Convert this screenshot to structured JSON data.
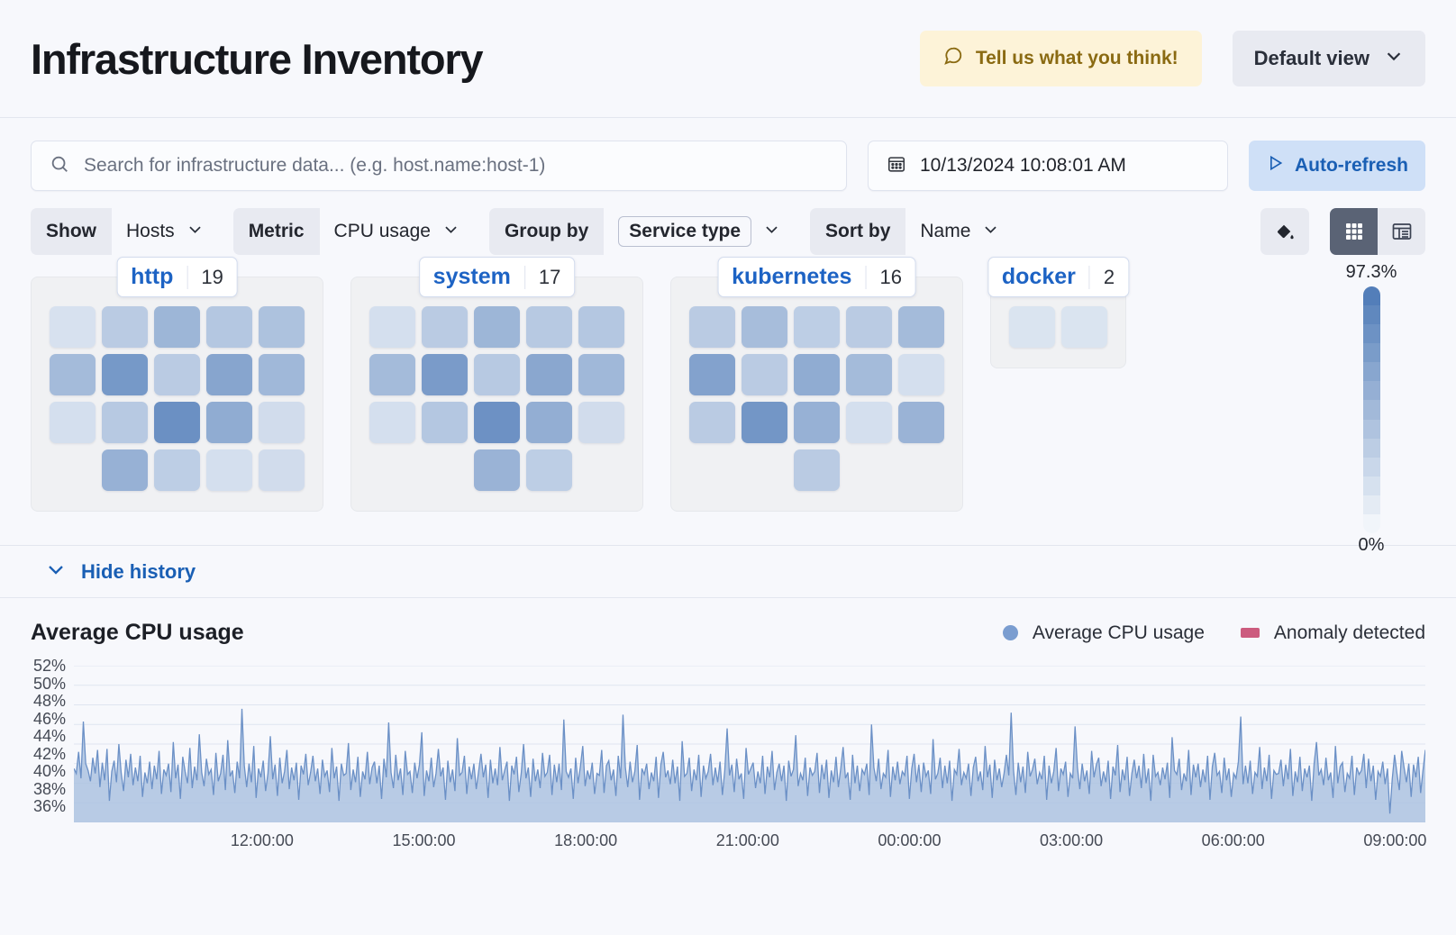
{
  "header": {
    "title": "Infrastructure Inventory",
    "feedback_label": "Tell us what you think!",
    "feedback_icon": "comment-icon",
    "view_label": "Default view",
    "view_icon": "chevron-down-icon"
  },
  "search": {
    "placeholder": "Search for infrastructure data... (e.g. host.name:host-1)",
    "value": "",
    "icon": "search-icon"
  },
  "datepicker": {
    "value": "10/13/2024 10:08:01 AM",
    "icon": "calendar-icon"
  },
  "refresh": {
    "label": "Auto-refresh",
    "icon": "play-icon"
  },
  "filters": [
    {
      "label": "Show",
      "value": "Hosts",
      "boxed": false,
      "name": "show"
    },
    {
      "label": "Metric",
      "value": "CPU usage",
      "boxed": false,
      "name": "metric"
    },
    {
      "label": "Group by",
      "value": "Service type",
      "boxed": true,
      "name": "group-by"
    },
    {
      "label": "Sort by",
      "value": "Name",
      "boxed": false,
      "name": "sort-by"
    }
  ],
  "toolbar": {
    "legend_icon": "paint-bucket-icon",
    "grid_icon": "grid-view-icon",
    "table_icon": "table-view-icon",
    "active_view": "grid"
  },
  "waffle": {
    "groups": [
      {
        "name": "http",
        "count": "19",
        "rows": [
          [
            0.18,
            0.36,
            0.54,
            0.4,
            0.44
          ],
          [
            0.5,
            0.78,
            0.36,
            0.68,
            0.52
          ],
          [
            0.2,
            0.38,
            0.85,
            0.62,
            0.22
          ],
          [
            -1,
            0.58,
            0.34,
            0.2,
            0.22
          ]
        ]
      },
      {
        "name": "system",
        "count": "17",
        "rows": [
          [
            0.2,
            0.36,
            0.54,
            0.38,
            0.4
          ],
          [
            0.5,
            0.76,
            0.38,
            0.66,
            0.52
          ],
          [
            0.2,
            0.4,
            0.84,
            0.6,
            0.22
          ],
          [
            -1,
            -1,
            0.56,
            0.34,
            -1
          ]
        ]
      },
      {
        "name": "kubernetes",
        "count": "16",
        "rows": [
          [
            0.36,
            0.48,
            0.34,
            0.36,
            0.5
          ],
          [
            0.7,
            0.36,
            0.62,
            0.5,
            0.2
          ],
          [
            0.36,
            0.8,
            0.58,
            0.2,
            0.56
          ],
          [
            -1,
            -1,
            0.36,
            -1,
            -1
          ]
        ]
      },
      {
        "name": "docker",
        "count": "2",
        "rows": [
          [
            0.16,
            0.16
          ]
        ]
      }
    ],
    "scale": {
      "max_label": "97.3%",
      "min_label": "0%",
      "color_dark": "#5b85bc",
      "color_light": "#f4f7fb"
    }
  },
  "history": {
    "toggle_label": "Hide history",
    "toggle_icon": "chevron-down-icon"
  },
  "chart_data": {
    "type": "area",
    "title": "Average CPU usage",
    "xlabel": "",
    "ylabel": "",
    "grid": true,
    "legend_position": "top-right",
    "legend": [
      {
        "label": "Average CPU usage",
        "marker": "circle",
        "color": "#7a9dd0"
      },
      {
        "label": "Anomaly detected",
        "marker": "square",
        "color": "#cc5b7e"
      }
    ],
    "ylim": [
      36,
      52
    ],
    "ytick_labels": [
      "52%",
      "50%",
      "48%",
      "46%",
      "44%",
      "42%",
      "40%",
      "38%",
      "36%"
    ],
    "ytick_values": [
      52,
      50,
      48,
      46,
      44,
      42,
      40,
      38,
      36
    ],
    "xtick_labels": [
      "12:00:00",
      "15:00:00",
      "18:00:00",
      "21:00:00",
      "00:00:00",
      "03:00:00",
      "06:00:00",
      "09:00:00"
    ],
    "series": [
      {
        "name": "Average CPU usage",
        "color": "#7a9dd0",
        "values": [
          41.5,
          41.0,
          43.2,
          40.5,
          46.3,
          42.0,
          41.3,
          40.2,
          42.6,
          41.0,
          43.4,
          39.6,
          42.1,
          40.3,
          43.5,
          38.2,
          41.2,
          42.3,
          40.1,
          44.0,
          41.0,
          39.2,
          42.4,
          40.6,
          43.0,
          39.8,
          41.6,
          40.2,
          42.8,
          38.6,
          41.1,
          40.0,
          42.2,
          39.4,
          41.8,
          40.4,
          43.3,
          38.9,
          41.4,
          40.8,
          42.0,
          39.1,
          44.2,
          40.5,
          41.9,
          38.4,
          42.7,
          41.2,
          40.0,
          43.6,
          39.5,
          41.7,
          40.3,
          45.0,
          41.1,
          39.7,
          42.5,
          40.9,
          41.4,
          38.8,
          43.1,
          40.2,
          41.0,
          42.9,
          39.3,
          44.4,
          40.7,
          41.3,
          39.0,
          42.2,
          40.5,
          47.6,
          41.8,
          39.6,
          42.0,
          40.1,
          43.8,
          38.5,
          41.5,
          40.6,
          42.3,
          39.2,
          41.0,
          44.8,
          40.4,
          41.9,
          38.7,
          42.6,
          40.0,
          41.2,
          43.4,
          39.4,
          41.6,
          40.3,
          42.1,
          38.3,
          41.8,
          40.9,
          43.0,
          39.8,
          41.1,
          42.8,
          40.2,
          41.5,
          38.9,
          42.4,
          40.7,
          41.3,
          39.1,
          43.6,
          40.5,
          41.7,
          38.2,
          42.0,
          40.8,
          41.0,
          44.1,
          39.3,
          41.4,
          40.1,
          42.7,
          38.6,
          41.2,
          40.4,
          43.2,
          39.9,
          41.6,
          42.2,
          40.0,
          41.8,
          38.4,
          42.5,
          40.6,
          46.2,
          41.1,
          39.5,
          42.9,
          40.3,
          41.5,
          38.8,
          43.3,
          40.9,
          41.2,
          39.0,
          42.1,
          40.5,
          41.9,
          45.2,
          38.7,
          41.3,
          40.2,
          42.6,
          39.6,
          41.0,
          43.5,
          40.7,
          41.6,
          38.3,
          42.3,
          40.1,
          41.4,
          39.2,
          44.6,
          40.8,
          41.1,
          42.8,
          38.9,
          41.7,
          40.4,
          42.0,
          39.4,
          41.2,
          43.0,
          40.6,
          41.9,
          38.5,
          42.4,
          40.0,
          41.5,
          39.8,
          43.7,
          40.3,
          41.3,
          42.2,
          38.2,
          41.8,
          40.9,
          42.7,
          39.1,
          41.0,
          44.0,
          40.5,
          41.6,
          38.6,
          42.5,
          40.2,
          41.4,
          39.5,
          43.1,
          40.7,
          41.1,
          42.9,
          38.8,
          41.9,
          40.1,
          42.0,
          39.3,
          46.5,
          41.2,
          40.6,
          41.5,
          38.4,
          42.6,
          40.0,
          41.7,
          43.8,
          39.7,
          41.3,
          40.4,
          42.1,
          38.9,
          41.0,
          40.8,
          43.4,
          39.0,
          41.8,
          42.3,
          40.3,
          41.4,
          38.7,
          42.8,
          40.5,
          47.0,
          41.6,
          39.6,
          42.2,
          40.1,
          41.2,
          43.9,
          38.3,
          41.5,
          40.9,
          42.0,
          39.4,
          41.1,
          40.2,
          42.7,
          38.5,
          41.9,
          43.2,
          40.6,
          41.3,
          39.9,
          42.4,
          40.0,
          41.7,
          38.2,
          44.3,
          40.7,
          41.0,
          42.6,
          39.2,
          41.4,
          40.3,
          42.9,
          38.6,
          41.8,
          40.5,
          41.2,
          43.0,
          39.8,
          41.6,
          40.1,
          42.2,
          38.8,
          41.3,
          45.6,
          40.8,
          41.9,
          39.1,
          42.5,
          40.4,
          41.0,
          38.4,
          43.6,
          40.9,
          41.5,
          42.1,
          39.5,
          41.2,
          40.0,
          42.8,
          38.9,
          41.7,
          40.6,
          43.3,
          39.3,
          41.1,
          42.0,
          40.2,
          41.8,
          38.2,
          42.3,
          40.7,
          41.4,
          44.9,
          39.7,
          41.0,
          40.3,
          42.6,
          38.7,
          41.6,
          40.8,
          41.2,
          43.1,
          39.0,
          41.9,
          40.4,
          42.4,
          38.5,
          41.3,
          40.1,
          42.7,
          39.6,
          41.5,
          43.7,
          40.5,
          41.1,
          38.3,
          42.9,
          40.0,
          41.8,
          39.2,
          41.4,
          40.9,
          42.0,
          38.8,
          46.0,
          41.6,
          40.2,
          42.5,
          39.4,
          41.0,
          40.6,
          43.4,
          38.6,
          41.7,
          40.3,
          42.2,
          39.9,
          41.2,
          40.8,
          42.8,
          38.4,
          41.5,
          43.0,
          40.1,
          41.9,
          39.1,
          42.1,
          40.7,
          41.3,
          38.9,
          44.5,
          40.4,
          41.0,
          42.6,
          39.5,
          41.8,
          40.0,
          42.3,
          38.2,
          41.4,
          40.9,
          43.5,
          39.8,
          41.1,
          40.5,
          42.0,
          38.7,
          41.6,
          42.7,
          40.2,
          41.2,
          39.3,
          43.8,
          40.6,
          41.9,
          38.5,
          42.4,
          40.3,
          41.5,
          39.6,
          41.0,
          42.9,
          40.8,
          47.2,
          41.3,
          38.8,
          42.1,
          40.1,
          41.7,
          39.0,
          43.2,
          40.7,
          41.4,
          42.5,
          39.9,
          41.1,
          40.4,
          42.8,
          38.3,
          41.8,
          40.0,
          41.2,
          43.6,
          39.2,
          41.5,
          40.9,
          42.2,
          38.6,
          41.0,
          40.5,
          45.8,
          41.6,
          39.4,
          42.0,
          40.2,
          41.3,
          38.9,
          43.3,
          40.6,
          41.9,
          42.6,
          39.7,
          41.2,
          40.1,
          42.3,
          38.4,
          41.7,
          40.8,
          43.9,
          39.1,
          41.4,
          40.3,
          42.7,
          38.7,
          41.0,
          42.4,
          40.5,
          41.8,
          39.5,
          43.0,
          40.0,
          41.5,
          38.2,
          42.9,
          40.7,
          41.1,
          39.8,
          41.6,
          40.4,
          42.1,
          38.5,
          44.7,
          41.3,
          40.9,
          42.5,
          39.3,
          41.0,
          40.2,
          43.4,
          38.8,
          41.9,
          40.6,
          42.0,
          39.6,
          41.4,
          40.1,
          42.8,
          38.3,
          41.7,
          43.1,
          40.8,
          41.2,
          39.0,
          42.6,
          40.3,
          41.5,
          38.6,
          41.0,
          40.5,
          42.2,
          46.8,
          39.9,
          41.8,
          40.0,
          42.3,
          38.9,
          41.1,
          40.7,
          43.7,
          39.4,
          41.6,
          40.2,
          42.9,
          38.4,
          41.3,
          40.9,
          41.0,
          42.4,
          39.7,
          41.9,
          40.4,
          43.5,
          38.7,
          41.2,
          40.1,
          42.7,
          39.2,
          41.5,
          40.6,
          41.8,
          38.2,
          42.0,
          44.2,
          40.8,
          41.4,
          39.8,
          42.6,
          40.3,
          41.1,
          38.5,
          43.8,
          40.0,
          41.7,
          42.1,
          39.1,
          41.0,
          40.5,
          42.8,
          38.8,
          41.6,
          40.9,
          41.3,
          43.0,
          39.5,
          42.5,
          40.2,
          41.8,
          38.3,
          41.2,
          40.7,
          42.2,
          39.9,
          41.5,
          36.9,
          40.4,
          42.9,
          41.0,
          39.3,
          43.3,
          41.6,
          40.1,
          42.0,
          38.6,
          41.9,
          40.6,
          42.7,
          39.0,
          41.3,
          43.4
        ]
      }
    ]
  }
}
